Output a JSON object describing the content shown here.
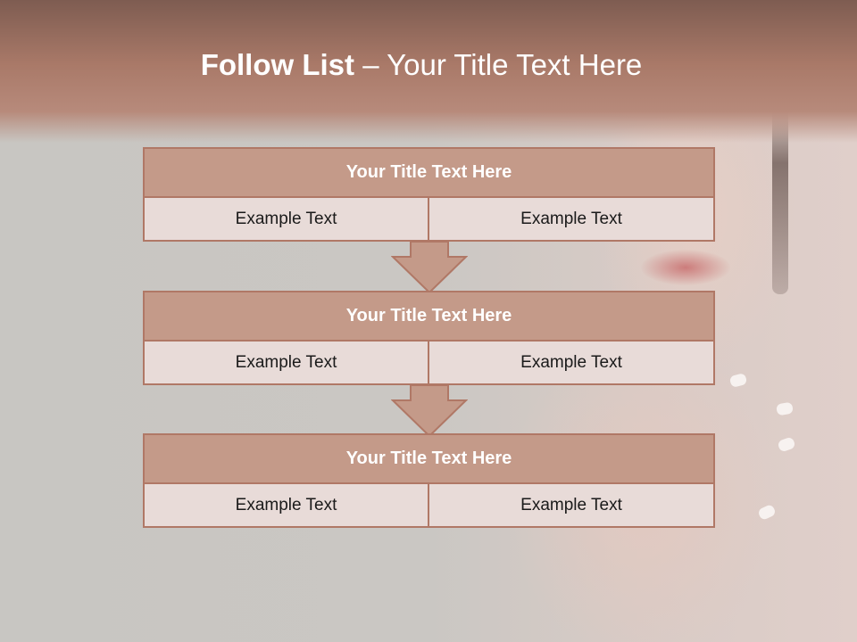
{
  "slide": {
    "title_bold": "Follow List",
    "title_rest": " – Your Title Text Here",
    "colors": {
      "header": "#a97968",
      "block_title": "#c49a89",
      "block_border": "#b07866",
      "cell": "#e8dbd8"
    }
  },
  "blocks": [
    {
      "title": "Your Title Text Here",
      "left": "Example Text",
      "right": "Example Text"
    },
    {
      "title": "Your Title Text Here",
      "left": "Example Text",
      "right": "Example Text"
    },
    {
      "title": "Your Title Text Here",
      "left": "Example Text",
      "right": "Example Text"
    }
  ],
  "icons": [
    "down-arrow-icon",
    "down-arrow-icon"
  ]
}
